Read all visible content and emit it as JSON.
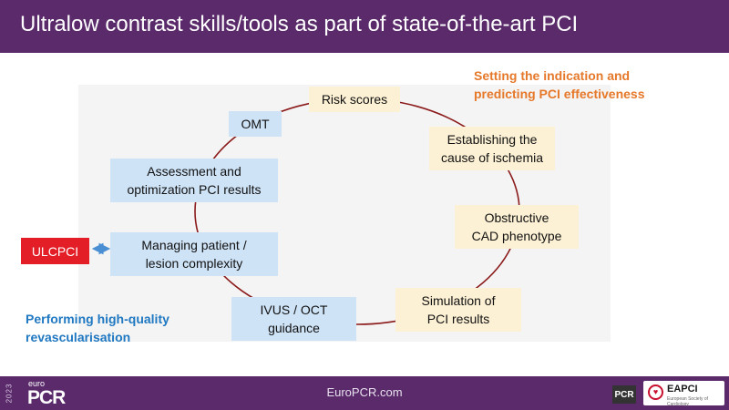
{
  "header": {
    "title": "Ultralow contrast skills/tools as part of state-of-the-art PCI"
  },
  "notes": {
    "indication": "Setting the indication and\npredicting PCI effectiveness",
    "performing": "Performing high-quality\nrevascularisation"
  },
  "cycle": {
    "risk_scores": "Risk scores",
    "establishing": "Establishing the\ncause of ischemia",
    "obstructive": "Obstructive\nCAD phenotype",
    "simulation": "Simulation of\nPCI results",
    "ivus": "IVUS / OCT\nguidance",
    "managing": "Managing patient /\nlesion complexity",
    "assessment": "Assessment and\noptimization PCI results",
    "omt": "OMT"
  },
  "ulcpci": {
    "label": "ULCPCI"
  },
  "footer": {
    "url": "EuroPCR.com",
    "logo_year": "2023",
    "logo_euro": "euro",
    "logo_pcr": "PCR",
    "badge_pcr": "PCR",
    "eapci_name": "EAPCI",
    "eapci_sub": "European Society of Cardiology",
    "eapci_heart": "♥"
  },
  "colors": {
    "brand_purple": "#5a2a6b",
    "box_blue": "#cfe3f7",
    "box_yellow": "#fdf1d5",
    "ring": "#8b1a1a",
    "accent_orange": "#e6782a",
    "accent_blue": "#1f78c1",
    "alert_red": "#e41e26",
    "arrow_blue": "#4a8fd4"
  }
}
